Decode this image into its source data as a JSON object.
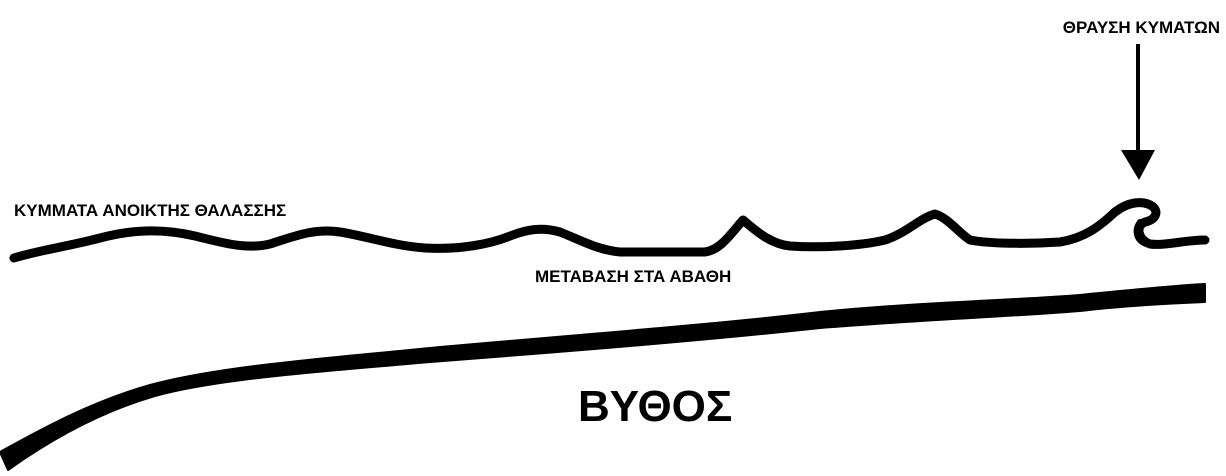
{
  "diagram": {
    "labels": {
      "wave_breaking": "ΘΡΑΥΣΗ ΚΥΜΑΤΩΝ",
      "open_sea_waves": "ΚΥΜΜΑΤΑ ΑΝΟΙΚΤΗΣ ΘΑΛΑΣΣΗΣ",
      "transition_to_shallows": "ΜΕΤΑΒΑΣΗ ΣΤΑ ΑΒΑΘΗ",
      "seabed": "ΒΥΘΟΣ"
    },
    "colors": {
      "ink": "#000000",
      "background": "#ffffff"
    }
  }
}
